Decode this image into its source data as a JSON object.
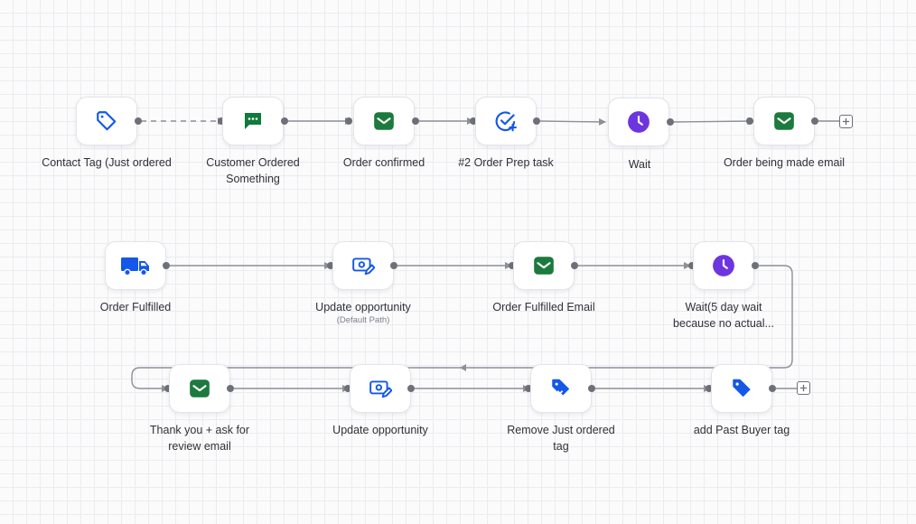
{
  "workflow": {
    "nodes": [
      {
        "id": "n1",
        "label": "Contact Tag (Just ordered",
        "icon": "tag-icon"
      },
      {
        "id": "n2",
        "label": "Customer Ordered Something",
        "icon": "sms-icon"
      },
      {
        "id": "n3",
        "label": "Order confirmed",
        "icon": "email-icon"
      },
      {
        "id": "n4",
        "label": "#2 Order Prep task",
        "icon": "task-icon"
      },
      {
        "id": "n5",
        "label": "Wait",
        "icon": "clock-icon"
      },
      {
        "id": "n6",
        "label": "Order being made email",
        "icon": "email-icon"
      },
      {
        "id": "n7",
        "label": "Order Fulfilled",
        "icon": "truck-icon"
      },
      {
        "id": "n8",
        "label": "Update opportunity",
        "sublabel": "(Default Path)",
        "icon": "opportunity-icon"
      },
      {
        "id": "n9",
        "label": "Order Fulfilled Email",
        "icon": "email-icon"
      },
      {
        "id": "n10",
        "label": "Wait(5 day wait because no actual...",
        "icon": "clock-icon"
      },
      {
        "id": "n11",
        "label": "Thank you + ask for review email",
        "icon": "email-icon"
      },
      {
        "id": "n12",
        "label": "Update opportunity",
        "icon": "opportunity-icon"
      },
      {
        "id": "n13",
        "label": "Remove Just ordered tag",
        "icon": "tag-remove-icon"
      },
      {
        "id": "n14",
        "label": "add Past Buyer tag",
        "icon": "tag-filled-icon"
      }
    ],
    "add_step_icon": "plus-icon"
  },
  "colors": {
    "email_green": "#1b7a3d",
    "sms_green": "#0f7a3c",
    "wait_purple": "#6d35e0",
    "action_blue": "#1558e8",
    "connector": "#8e9098",
    "port": "#6e7079"
  }
}
